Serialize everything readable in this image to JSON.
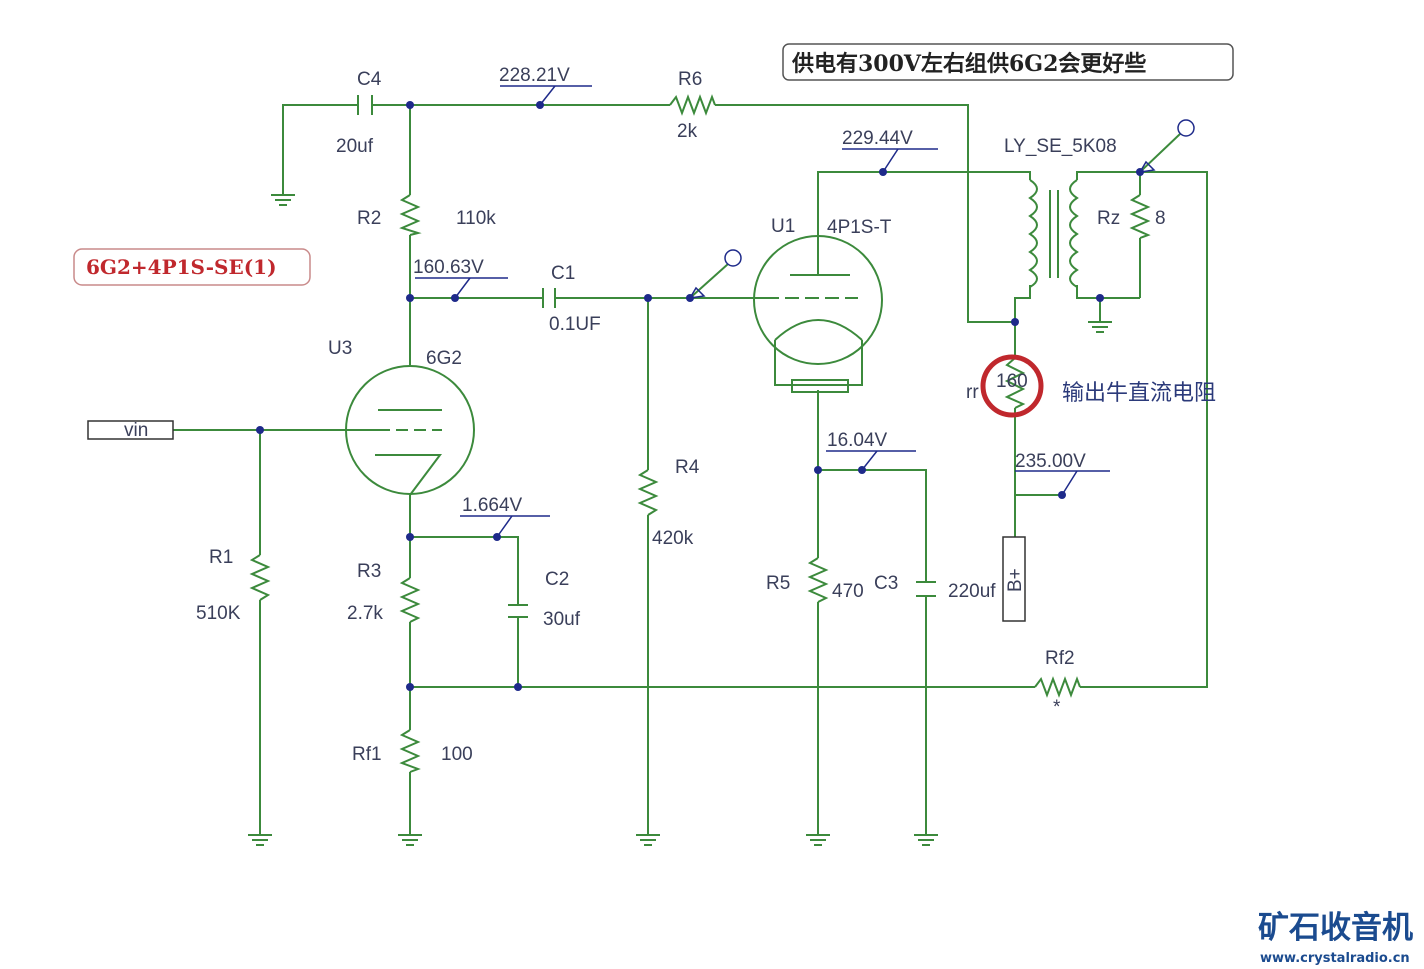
{
  "title_note": "供电有300V左右组供6G2会更好些",
  "circuit_name": "6G2+4P1S-SE(1)",
  "annotation": "输出牛直流电阻",
  "input_label": "vin",
  "supply_label": "B+",
  "components": {
    "C4": {
      "name": "C4",
      "value": "20uf"
    },
    "R6": {
      "name": "R6",
      "value": "2k"
    },
    "R2": {
      "name": "R2",
      "value": "110k"
    },
    "C1": {
      "name": "C1",
      "value": "0.1UF"
    },
    "U3": {
      "name": "U3",
      "value": "6G2"
    },
    "U1": {
      "name": "U1",
      "value": "4P1S-T"
    },
    "R1": {
      "name": "R1",
      "value": "510K"
    },
    "R3": {
      "name": "R3",
      "value": "2.7k"
    },
    "C2": {
      "name": "C2",
      "value": "30uf"
    },
    "Rf1": {
      "name": "Rf1",
      "value": "100"
    },
    "R4": {
      "name": "R4",
      "value": "420k"
    },
    "R5": {
      "name": "R5",
      "value": "470"
    },
    "C3": {
      "name": "C3",
      "value": "220uf"
    },
    "Rf2": {
      "name": "Rf2",
      "value": "*"
    },
    "T": {
      "name": "LY_SE_5K08"
    },
    "Rz": {
      "name": "Rz",
      "value": "8"
    },
    "rr": {
      "name": "rr",
      "value": "160"
    }
  },
  "voltages": {
    "v1": "228.21V",
    "v2": "160.63V",
    "v3": "229.44V",
    "v4": "1.664V",
    "v5": "16.04V",
    "v6": "235.00V"
  },
  "watermark": {
    "cn": "矿石收音机",
    "url": "www.crystalradio.cn"
  },
  "colors": {
    "wire": "#3c8a3c",
    "node": "#1e2a8a",
    "highlight": "#c0282d"
  }
}
